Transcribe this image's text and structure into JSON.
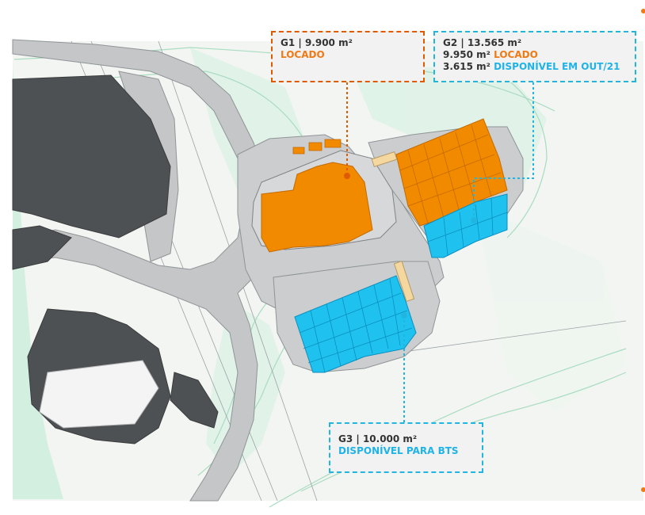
{
  "colors": {
    "leased": "#ef7a15",
    "available": "#1fb3e6",
    "callout_border_orange": "#e05a00",
    "callout_border_blue": "#21b6e0"
  },
  "callouts": {
    "g1": {
      "title": "G1 | 9.900 m²",
      "status": "LOCADO"
    },
    "g2": {
      "title": "G2 | 13.565 m²",
      "line1_area": "9.950 m²",
      "line1_status": "LOCADO",
      "line2_area": "3.615 m²",
      "line2_status": "DISPONÍVEL EM OUT/21"
    },
    "g3": {
      "title": "G3 | 10.000 m²",
      "status": "DISPONÍVEL PARA BTS"
    }
  }
}
